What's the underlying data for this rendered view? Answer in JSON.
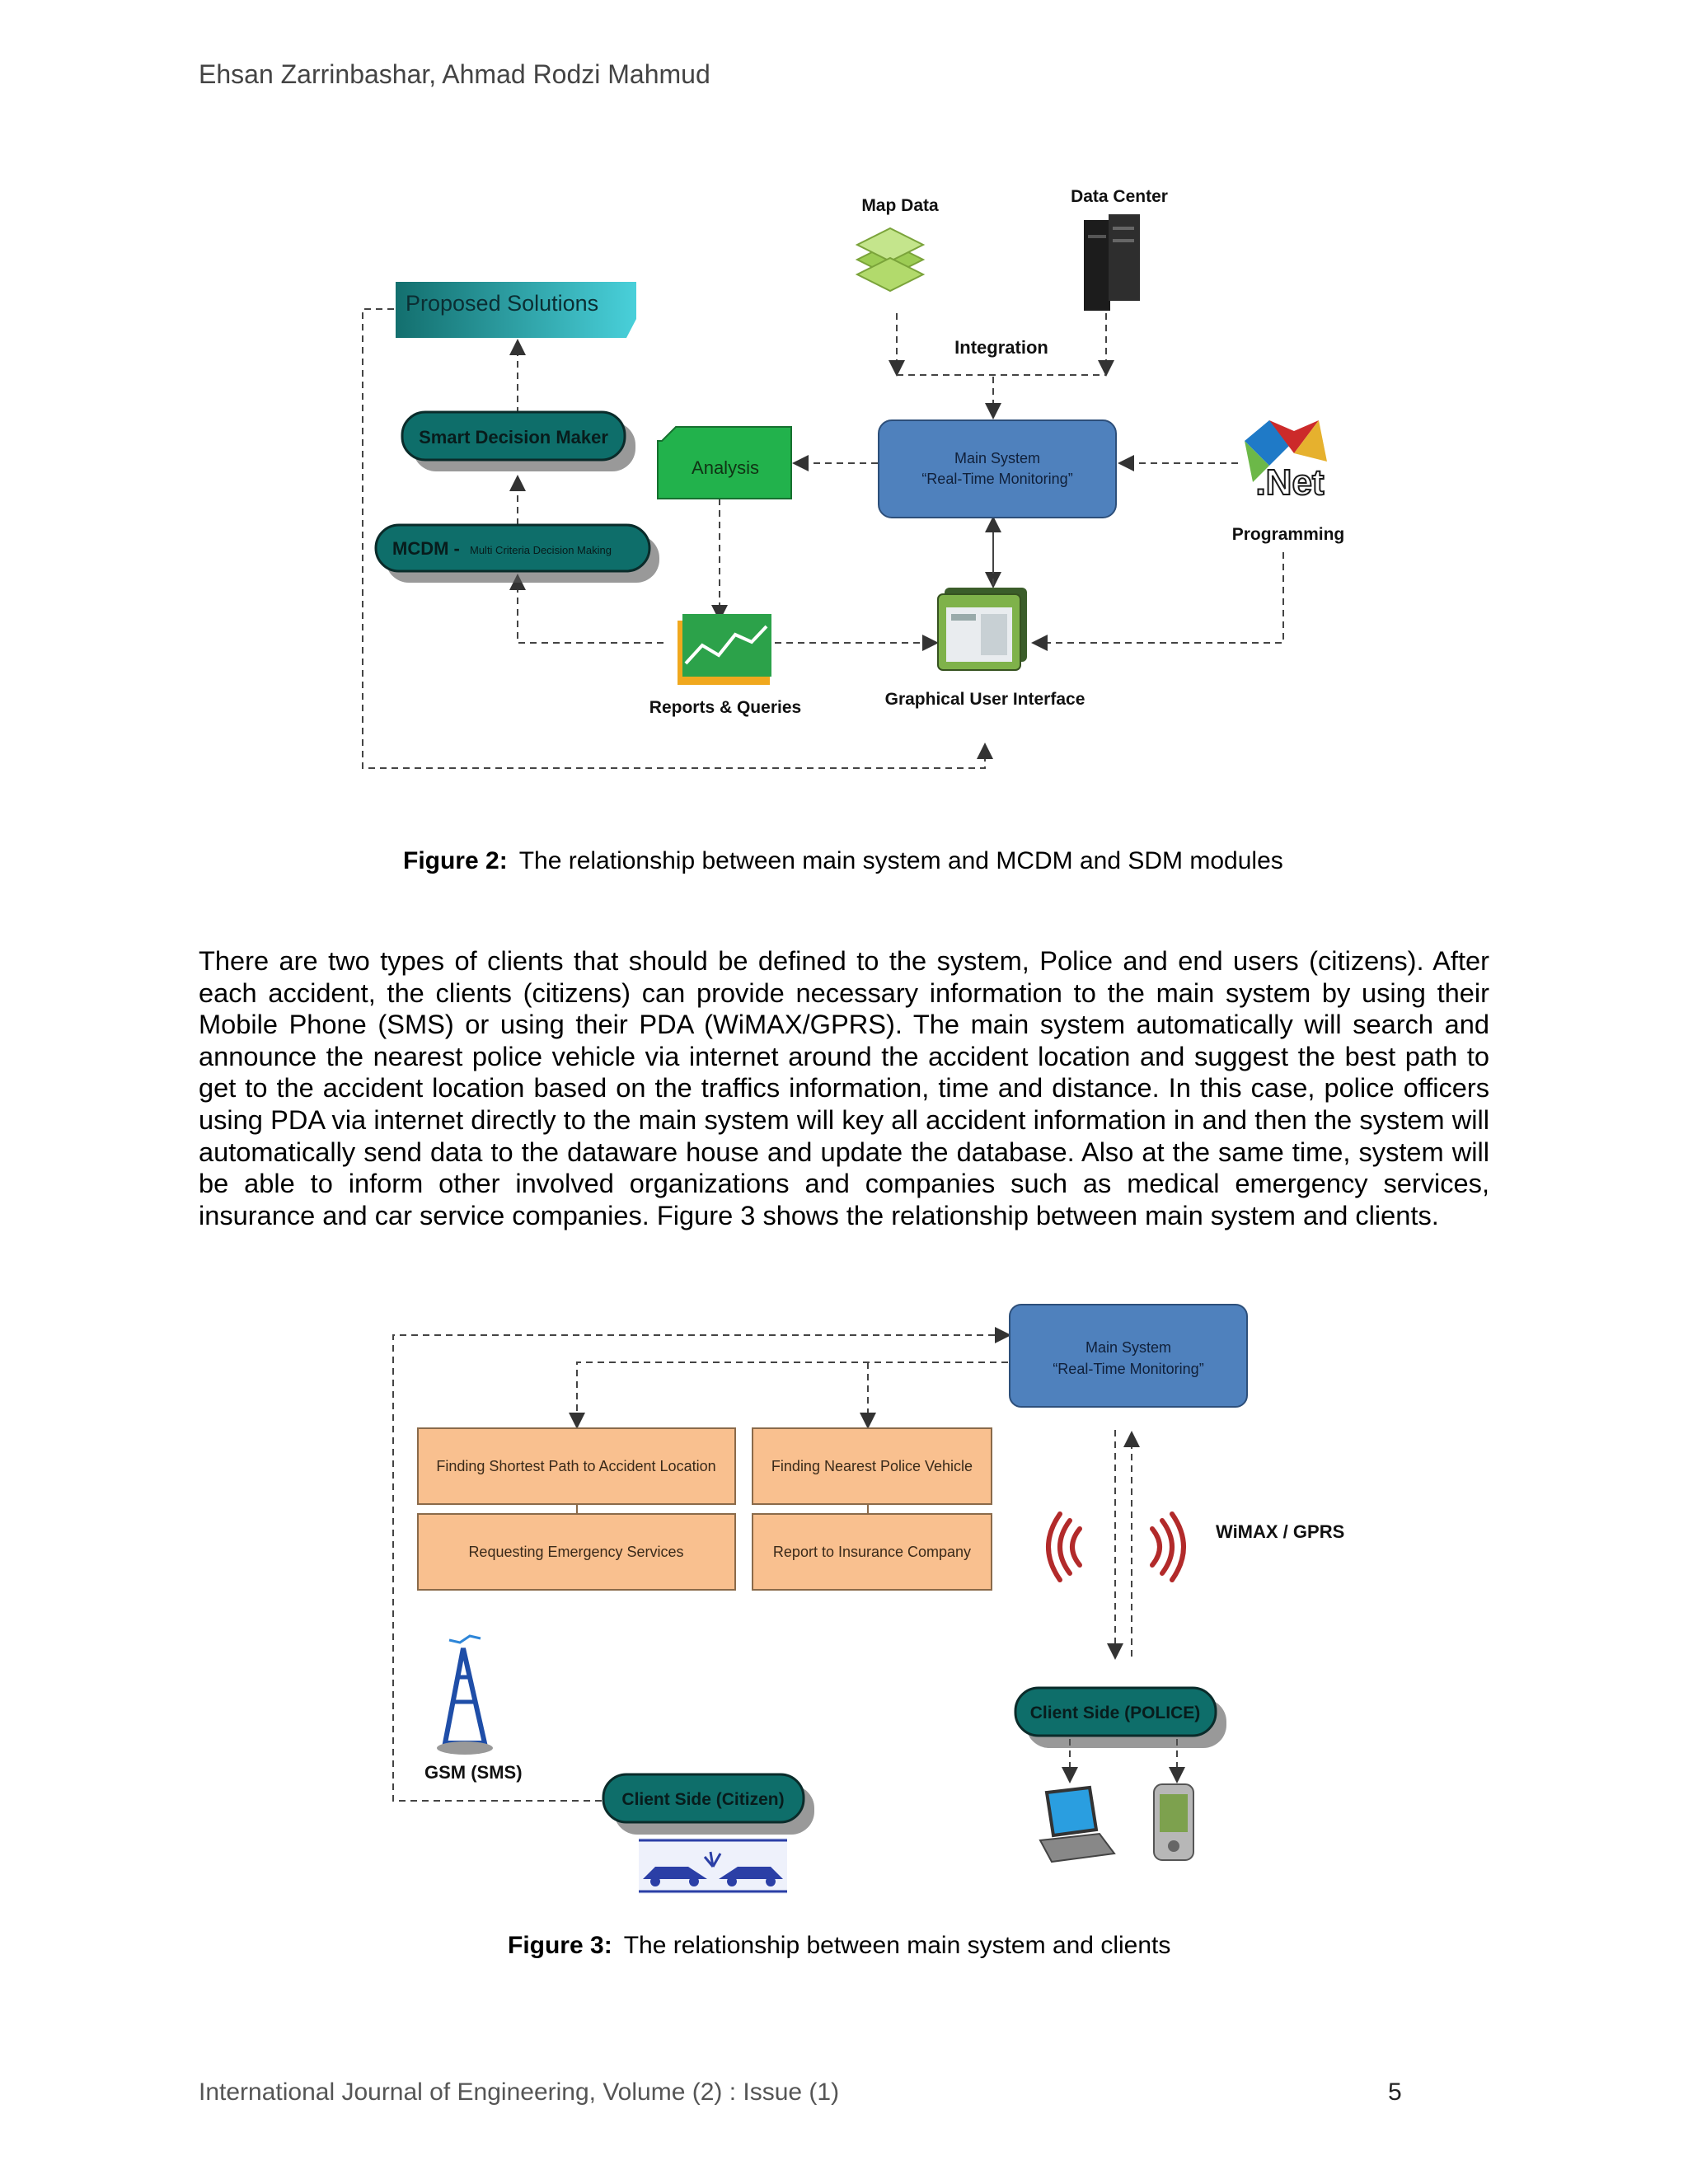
{
  "header": {
    "authors": "Ehsan Zarrinbashar, Ahmad Rodzi Mahmud"
  },
  "figure2": {
    "proposed_solutions": "Proposed Solutions",
    "smart_decision_maker": "Smart Decision Maker",
    "mcdm_abbr": "MCDM -",
    "mcdm_full": "Multi Criteria  Decision Making",
    "analysis": "Analysis",
    "main_system_line1": "Main System",
    "main_system_line2": "“Real-Time Monitoring”",
    "map_data": "Map Data",
    "data_center": "Data Center",
    "integration": "Integration",
    "net_logo": ".Net",
    "programming": "Programming",
    "reports_queries": "Reports & Queries",
    "gui": "Graphical User Interface",
    "caption_label": "Figure 2:",
    "caption_text": "The relationship between main system and MCDM and SDM modules"
  },
  "paragraph": "There are two types of clients that should be defined to the system, Police and end users (citizens). After each accident, the clients (citizens) can provide necessary information to the main system by using their Mobile Phone (SMS) or using their PDA (WiMAX/GPRS). The main system automatically will search and announce the nearest police vehicle via internet around the accident location and suggest the best path to get to the accident location based on the traffics information, time and distance. In this case, police officers using PDA via internet directly to the main system will key all accident information in and then the system will automatically send data to the dataware house and update the database. Also at the same time, system will be able to inform other involved organizations and companies such as medical emergency services, insurance and car service companies. Figure 3 shows the relationship between main system and clients.",
  "figure3": {
    "main_system_line1": "Main System",
    "main_system_line2": "“Real-Time Monitoring”",
    "shortest_path": "Finding Shortest Path to Accident Location",
    "nearest_police": "Finding Nearest Police Vehicle",
    "emergency": "Requesting Emergency Services",
    "insurance": "Report to Insurance Company",
    "wimax": "WiMAX  / GPRS",
    "gsm": "GSM (SMS)",
    "client_citizen": "Client Side (Citizen)",
    "client_police": "Client Side (POLICE)",
    "caption_label": "Figure 3:",
    "caption_text": "The relationship between main system and clients"
  },
  "footer": {
    "journal": "International Journal of Engineering, Volume (2) : Issue (1)",
    "page": "5"
  },
  "colors": {
    "teal": "#0e6e6a",
    "main_blue": "#4f81bd",
    "analysis_green": "#22b24c",
    "orange_box": "#f9c08f"
  }
}
